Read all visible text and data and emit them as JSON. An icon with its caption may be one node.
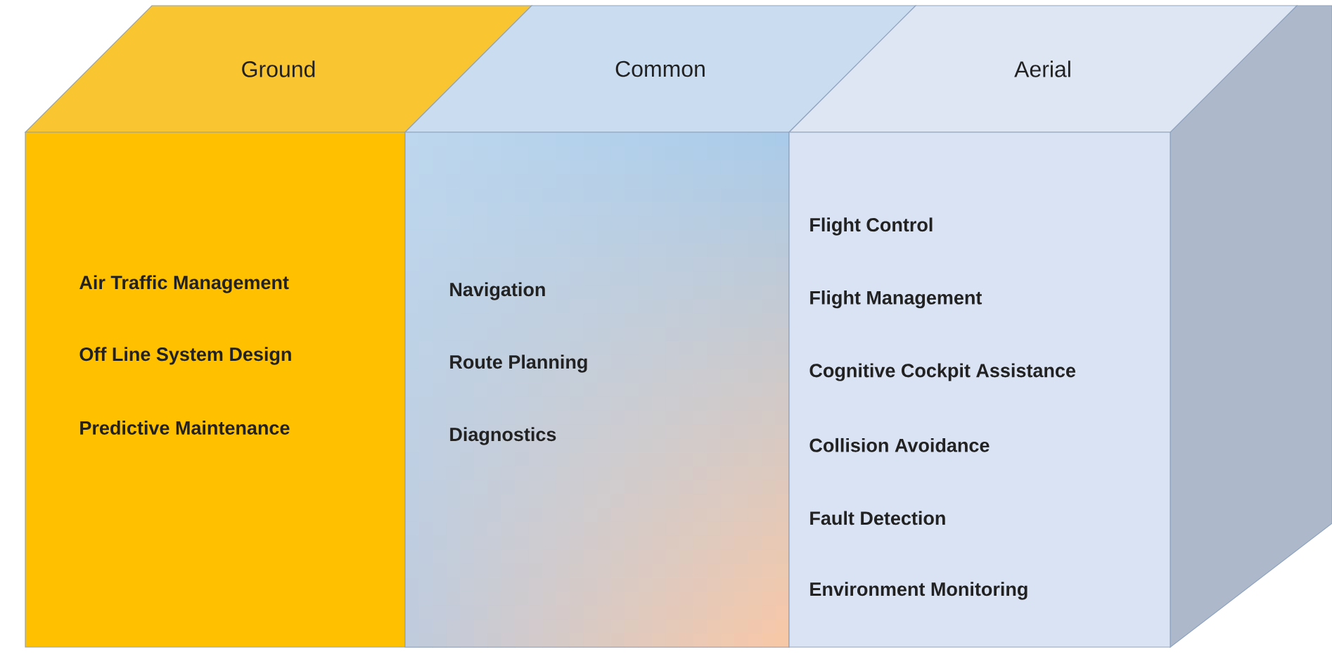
{
  "diagram": {
    "nodes": [
      {
        "text": [
          "Ground",
          "Air Traffic Management",
          "Off Line System Design",
          "Predictive Maintenance"
        ]
      },
      {
        "text": [
          "Common",
          "Navigation",
          "Route Planning",
          "Diagnostics"
        ]
      },
      {
        "text": [
          "Aerial",
          "Flight Control",
          "Flight Management",
          "Cognitive Cockpit Assistance",
          "Collision Avoidance",
          "Fault Detection",
          "Environment Monitoring"
        ]
      }
    ]
  }
}
